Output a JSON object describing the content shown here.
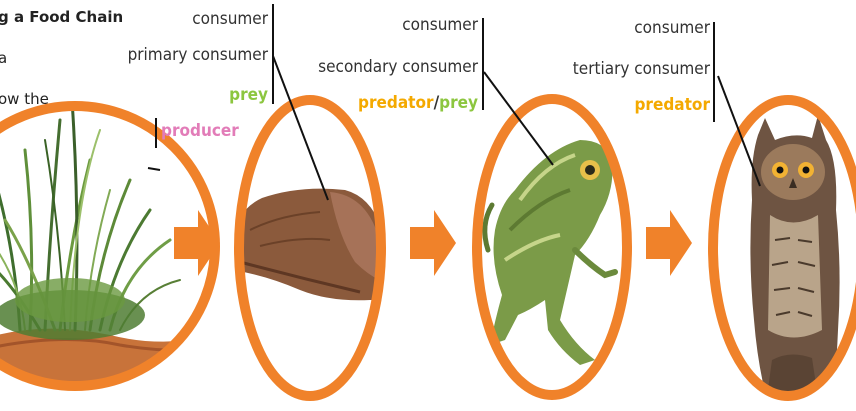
{
  "intro": {
    "line1": "g a Food Chain",
    "line2": "a",
    "line3": "ow the",
    "line4": "."
  },
  "organisms": [
    {
      "name": "grass",
      "icon": "grass-icon",
      "labels": [],
      "role": "producer",
      "role_color": "#e27cb8"
    },
    {
      "name": "slug",
      "icon": "slug-icon",
      "labels": [
        "consumer",
        "primary consumer"
      ],
      "role": "prey",
      "role_color": "#8cc63f"
    },
    {
      "name": "frog",
      "icon": "frog-icon",
      "labels": [
        "consumer",
        "secondary consumer"
      ],
      "role_a": "predator",
      "role_sep": "/",
      "role_b": "prey",
      "role_a_color": "#f4a900",
      "role_b_color": "#8cc63f"
    },
    {
      "name": "owl",
      "icon": "owl-icon",
      "labels": [
        "consumer",
        "tertiary consumer"
      ],
      "role": "predator",
      "role_color": "#f4a900"
    }
  ],
  "colors": {
    "ring": "#f0822a",
    "arrow": "#f0822a"
  }
}
